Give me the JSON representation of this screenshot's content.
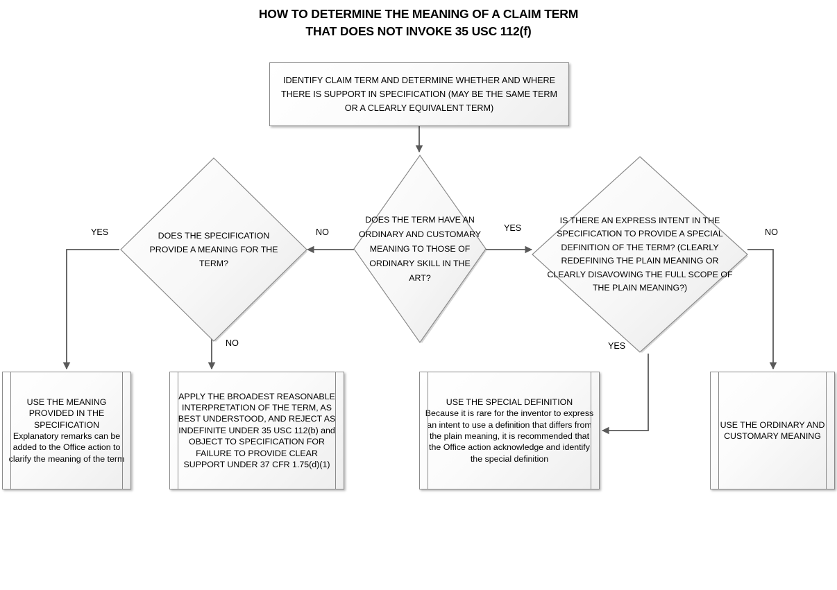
{
  "title": {
    "line1": "HOW TO DETERMINE THE MEANING OF A CLAIM TERM",
    "line2": "THAT DOES NOT INVOKE 35 USC 112(f)"
  },
  "colors": {
    "node_border": "#8a8a8a",
    "node_fill": "#f2f2f2",
    "edge_stroke": "#595959",
    "text": "#000000",
    "background": "#ffffff"
  },
  "nodes": {
    "start": {
      "id": "identify-claim-term",
      "shape": "process",
      "text": "IDENTIFY CLAIM TERM AND DETERMINE WHETHER AND WHERE THERE IS SUPPORT IN SPECIFICATION (MAY BE THE SAME TERM OR A CLEARLY EQUIVALENT TERM)"
    },
    "decision_center": {
      "id": "ordinary-customary-meaning",
      "shape": "diamond",
      "text": "DOES THE TERM HAVE AN ORDINARY AND CUSTOMARY MEANING TO THOSE OF ORDINARY SKILL IN THE ART?"
    },
    "decision_left": {
      "id": "specification-provides-meaning",
      "shape": "diamond",
      "text": "DOES THE SPECIFICATION PROVIDE A MEANING FOR THE TERM?"
    },
    "decision_right": {
      "id": "express-intent-special-definition",
      "shape": "diamond",
      "text": "IS THERE AN EXPRESS INTENT IN THE SPECIFICATION TO PROVIDE A SPECIAL DEFINITION OF THE TERM?  (CLEARLY REDEFINING THE PLAIN MEANING OR CLEARLY DISAVOWING THE FULL SCOPE OF THE PLAIN MEANING?)"
    },
    "outcome_1": {
      "id": "use-meaning-provided-in-specification",
      "shape": "process",
      "heading": "USE THE MEANING PROVIDED IN THE SPECIFICATION",
      "body": "Explanatory remarks can be added to the Office action to clarify the meaning of the term"
    },
    "outcome_2": {
      "id": "apply-broadest-reasonable-interpretation",
      "shape": "process",
      "heading": "APPLY THE BROADEST REASONABLE INTERPRETATION OF THE TERM, AS BEST UNDERSTOOD, AND REJECT AS INDEFINITE UNDER 35 USC 112(b) and OBJECT TO SPECIFICATION FOR FAILURE TO PROVIDE CLEAR SUPPORT UNDER 37 CFR 1.75(d)(1)",
      "body": ""
    },
    "outcome_3": {
      "id": "use-special-definition",
      "shape": "process",
      "heading": "USE THE SPECIAL DEFINITION",
      "body": "Because it is rare for the inventor to express an intent to use a definition that differs from the plain meaning, it is recommended that the Office action acknowledge and identify the special definition"
    },
    "outcome_4": {
      "id": "use-ordinary-and-customary-meaning",
      "shape": "process",
      "heading": "USE THE ORDINARY AND CUSTOMARY MEANING",
      "body": ""
    }
  },
  "edge_labels": {
    "left_yes": "YES",
    "center_to_left_no": "NO",
    "left_down_no": "NO",
    "center_to_right_yes": "YES",
    "right_down_yes": "YES",
    "right_no": "NO"
  }
}
